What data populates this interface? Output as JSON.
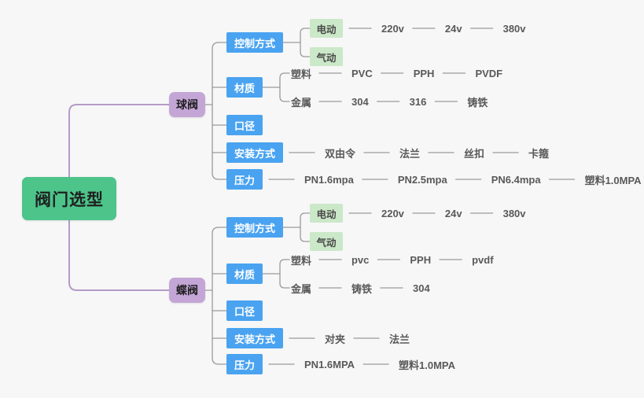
{
  "diagram": {
    "title": "阀门选型",
    "type": "mindmap",
    "background_color": "#f7f7f7",
    "colors": {
      "root": "#4cc48a",
      "level1": "#c3a6d6",
      "level2": "#4aa3f0",
      "level3_box": "#cbe8c8",
      "trunk_line": "#b49bc8",
      "branch_line": "#9a9a9a",
      "plain_text": "#595959"
    }
  },
  "root": {
    "label": "阀门选型"
  },
  "branches": [
    {
      "label": "球阀",
      "children": [
        {
          "label": "控制方式",
          "children": [
            {
              "label": "电动",
              "boxed": true,
              "children": [
                "220v",
                "24v",
                "380v"
              ]
            },
            {
              "label": "气动",
              "boxed": true,
              "children": []
            }
          ]
        },
        {
          "label": "材质",
          "children": [
            {
              "label": "塑料",
              "boxed": false,
              "children": [
                "PVC",
                "PPH",
                "PVDF"
              ]
            },
            {
              "label": "金属",
              "boxed": false,
              "children": [
                "304",
                "316",
                "铸铁"
              ]
            }
          ]
        },
        {
          "label": "口径",
          "children": []
        },
        {
          "label": "安装方式",
          "children": [
            "双由令",
            "法兰",
            "丝扣",
            "卡箍"
          ]
        },
        {
          "label": "压力",
          "children": [
            "PN1.6mpa",
            "PN2.5mpa",
            "PN6.4mpa",
            "塑料1.0MPA"
          ]
        }
      ]
    },
    {
      "label": "蝶阀",
      "children": [
        {
          "label": "控制方式",
          "children": [
            {
              "label": "电动",
              "boxed": true,
              "children": [
                "220v",
                "24v",
                "380v"
              ]
            },
            {
              "label": "气动",
              "boxed": true,
              "children": []
            }
          ]
        },
        {
          "label": "材质",
          "children": [
            {
              "label": "塑料",
              "boxed": false,
              "children": [
                "pvc",
                "PPH",
                "pvdf"
              ]
            },
            {
              "label": "金属",
              "boxed": false,
              "children": [
                "铸铁",
                "304"
              ]
            }
          ]
        },
        {
          "label": "口径",
          "children": []
        },
        {
          "label": "安装方式",
          "children": [
            "对夹",
            "法兰"
          ]
        },
        {
          "label": "压力",
          "children": [
            "PN1.6MPA",
            "塑料1.0MPA"
          ]
        }
      ]
    }
  ]
}
